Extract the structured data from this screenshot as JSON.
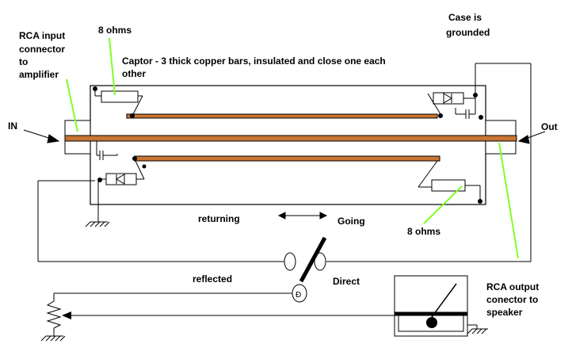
{
  "labels": {
    "rca_input_1": "RCA input",
    "rca_input_2": "connector",
    "rca_input_3": "to",
    "rca_input_4": "amplifier",
    "ohms_top": "8 ohms",
    "captor_1": "Captor - 3 thick copper bars, insulated and close one each",
    "captor_2": "other",
    "case_1": "Case is",
    "case_2": "grounded",
    "in": "IN",
    "out": "Out",
    "returning": "returning",
    "going": "Going",
    "ohms_bottom": "8 ohms",
    "reflected": "reflected",
    "direct": "Direct",
    "rca_output_1": "RCA output",
    "rca_output_2": "conector to",
    "rca_output_3": "speaker"
  },
  "colors": {
    "copper": "#c87533",
    "leader": "#80ff20",
    "wire": "#000000"
  }
}
